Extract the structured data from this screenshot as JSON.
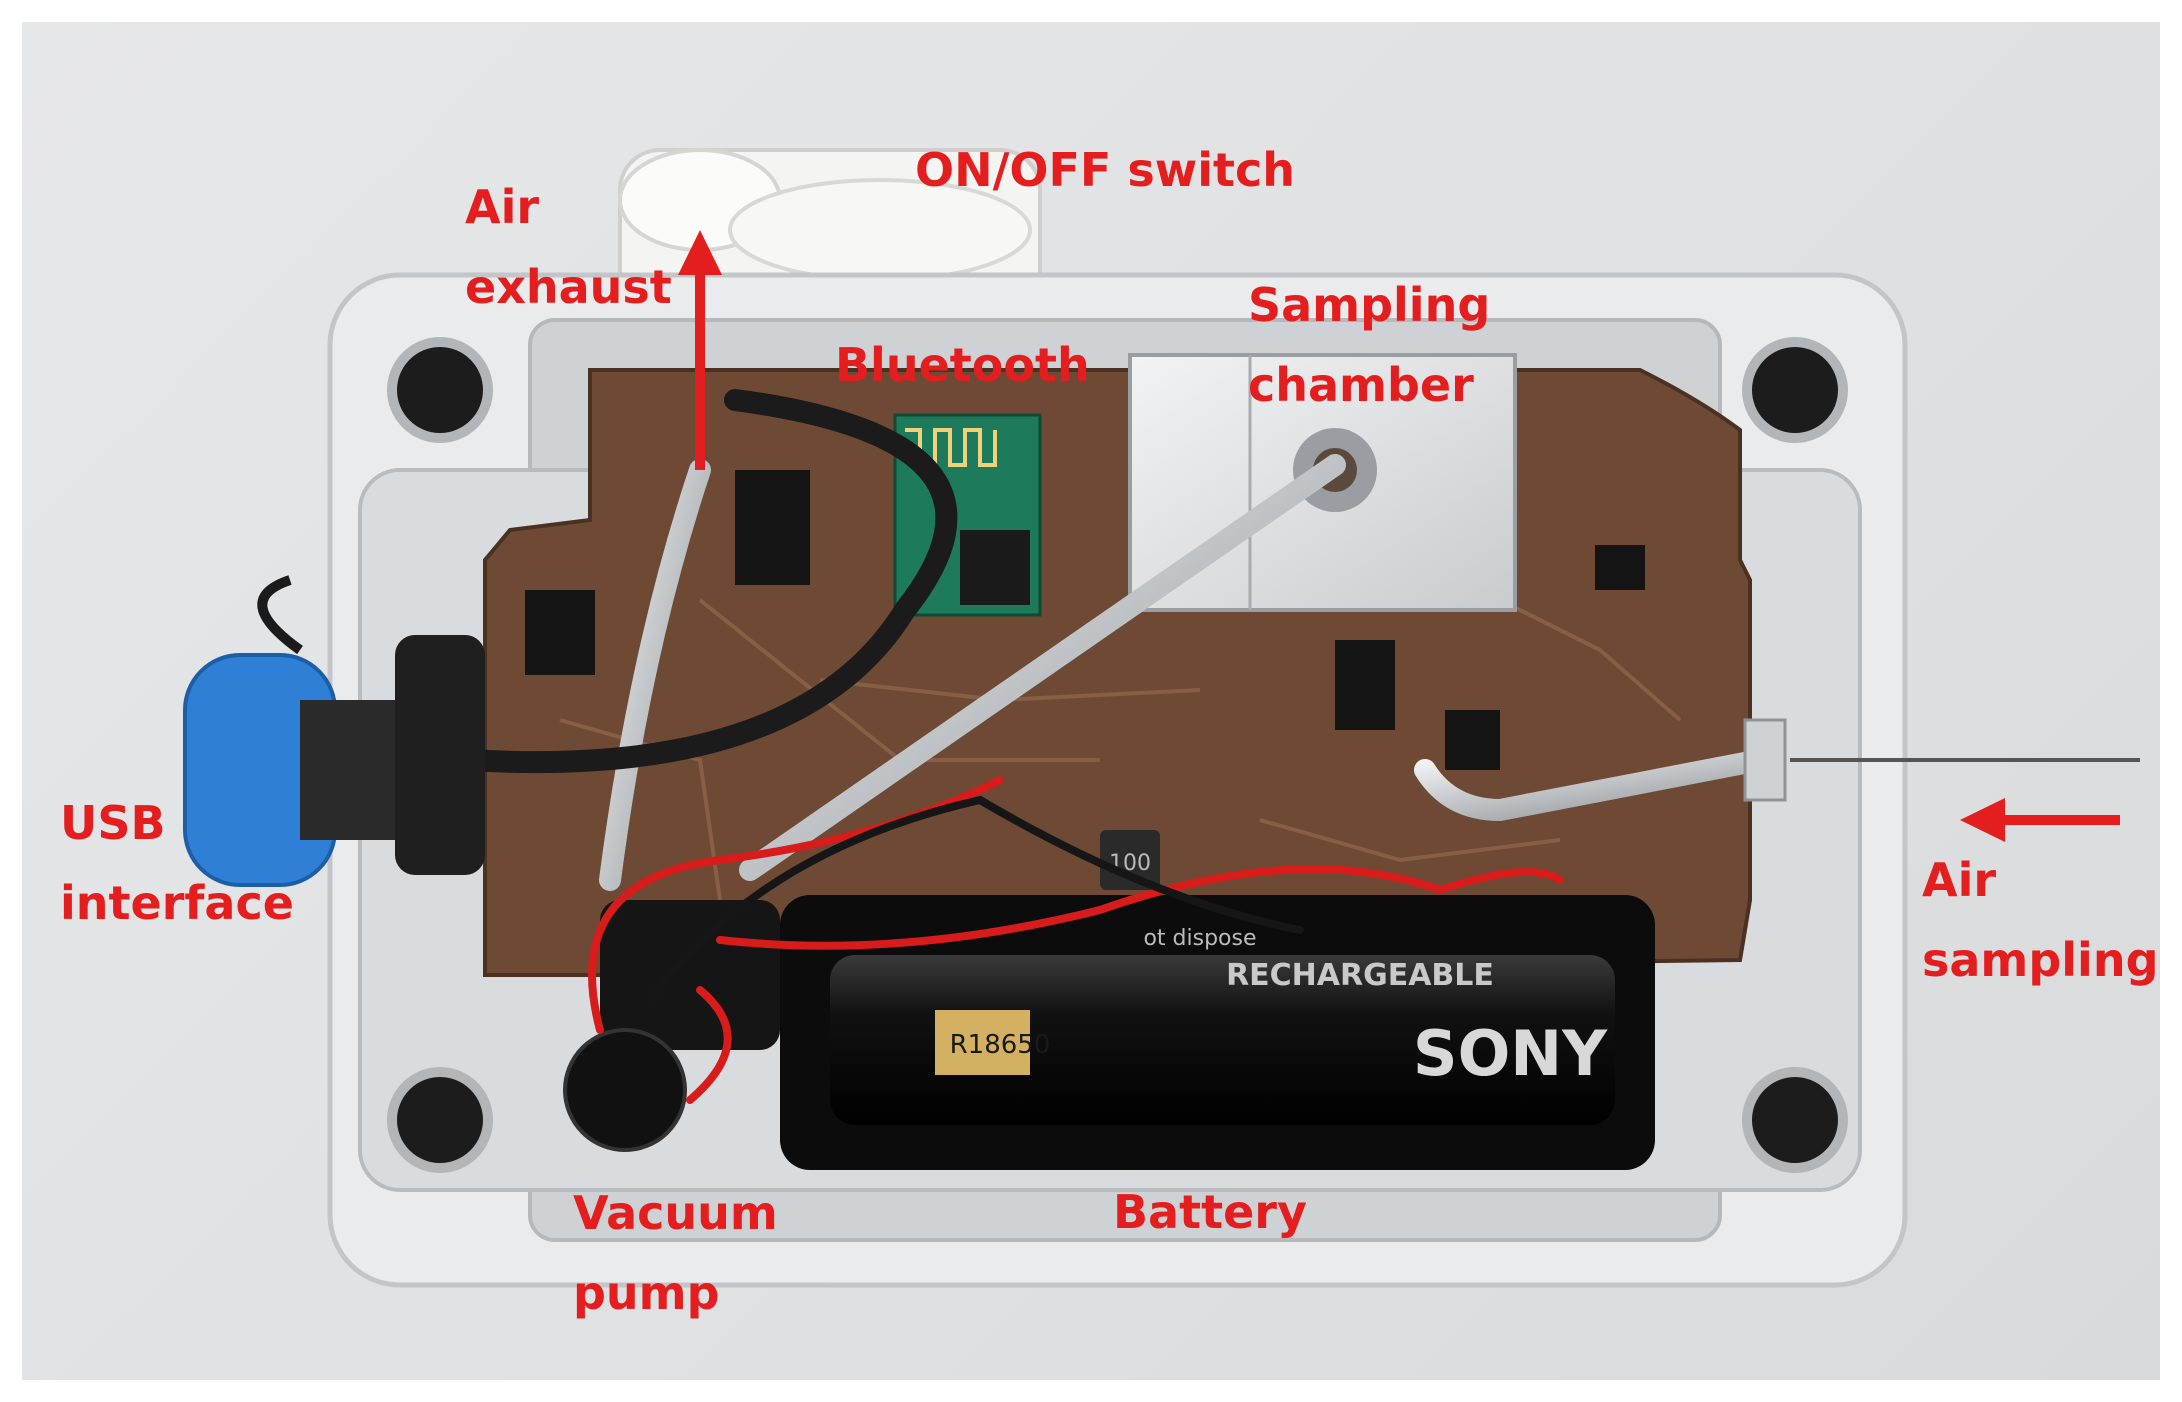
{
  "labels": {
    "on_off_switch": "ON/OFF switch",
    "air_exhaust": "Air\nexhaust",
    "sampling_chamber": "Sampling\nchamber",
    "bluetooth": "Bluetooth",
    "usb_interface": "USB\ninterface",
    "air_sampling": "Air\nsampling",
    "vacuum_pump": "Vacuum\npump",
    "battery": "Battery"
  },
  "battery_markings": {
    "brand": "SONY",
    "line1": "RECHARGEABLE",
    "model": "R18650",
    "note": "ot dispose"
  },
  "inductor_marking": "100",
  "colors": {
    "label": "#e41e1e",
    "enclosure": "#e9ebed",
    "pcb": "#6e4a34",
    "connector": "#2f7fd6"
  }
}
